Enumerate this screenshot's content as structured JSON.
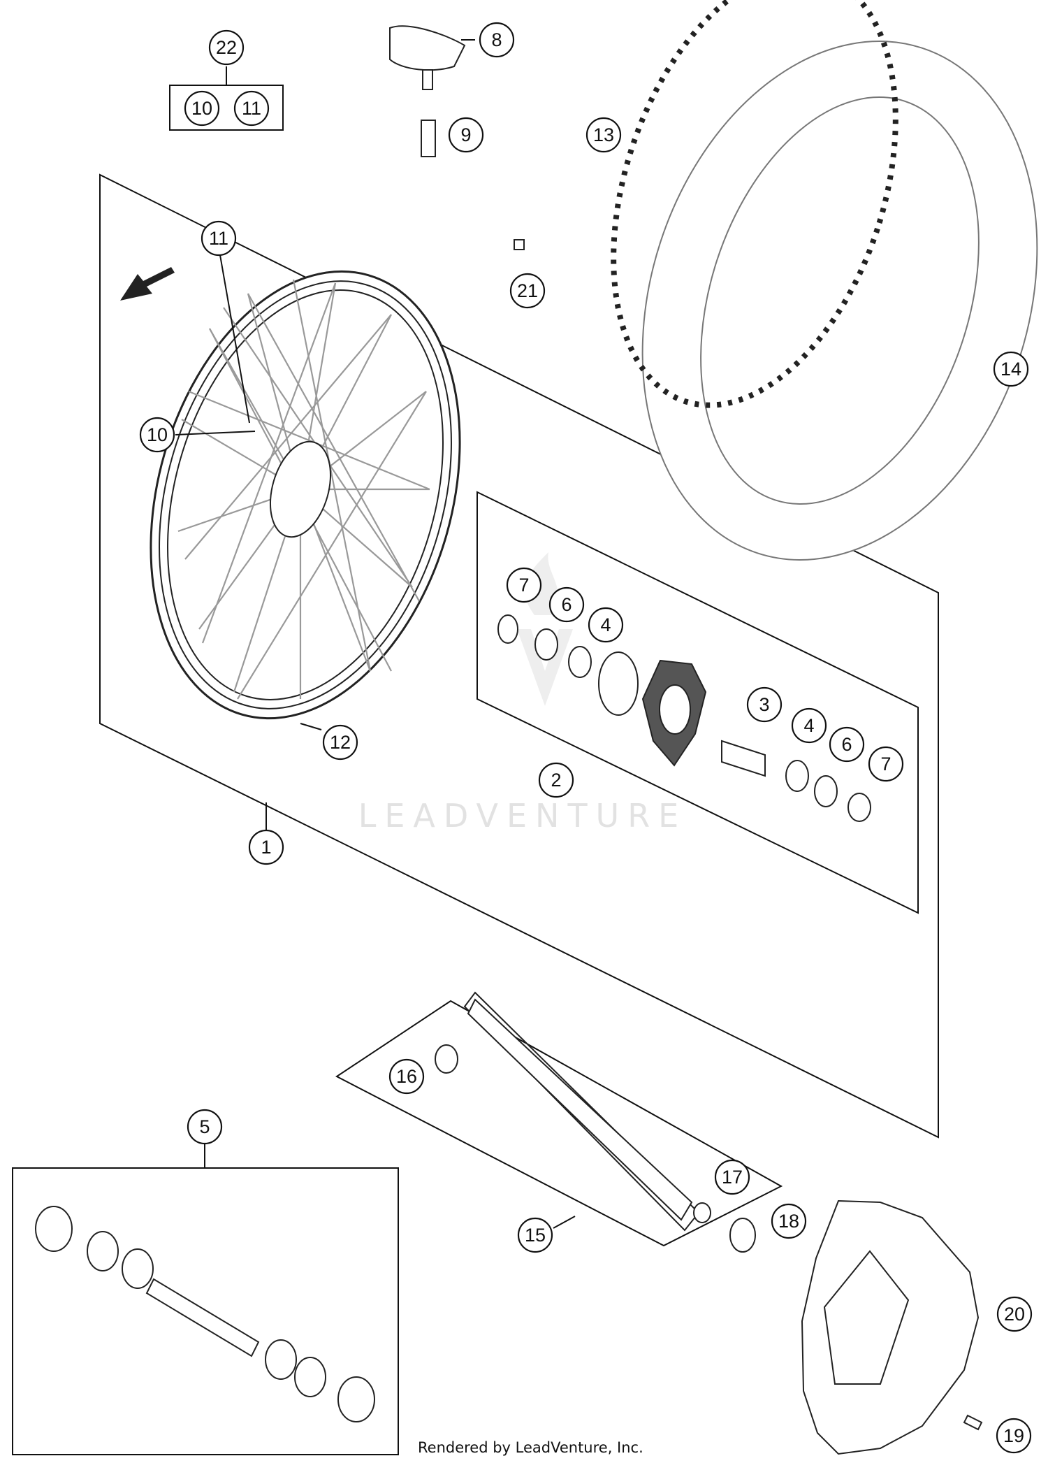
{
  "footer_text": "Rendered by LeadVenture, Inc.",
  "watermark_text": "LEADVENTURE",
  "callouts": {
    "c1": "1",
    "c2": "2",
    "c3": "3",
    "c4a": "4",
    "c4b": "4",
    "c5": "5",
    "c6a": "6",
    "c6b": "6",
    "c7a": "7",
    "c7b": "7",
    "c8": "8",
    "c9": "9",
    "c10": "10",
    "c10b": "10",
    "c11": "11",
    "c11b": "11",
    "c12": "12",
    "c13": "13",
    "c14": "14",
    "c15": "15",
    "c16": "16",
    "c17": "17",
    "c18": "18",
    "c19": "19",
    "c20": "20",
    "c21": "21",
    "c22": "22"
  },
  "colors": {
    "line": "#111111",
    "watermark": "#e2e2e2",
    "spoke": "#999999"
  }
}
